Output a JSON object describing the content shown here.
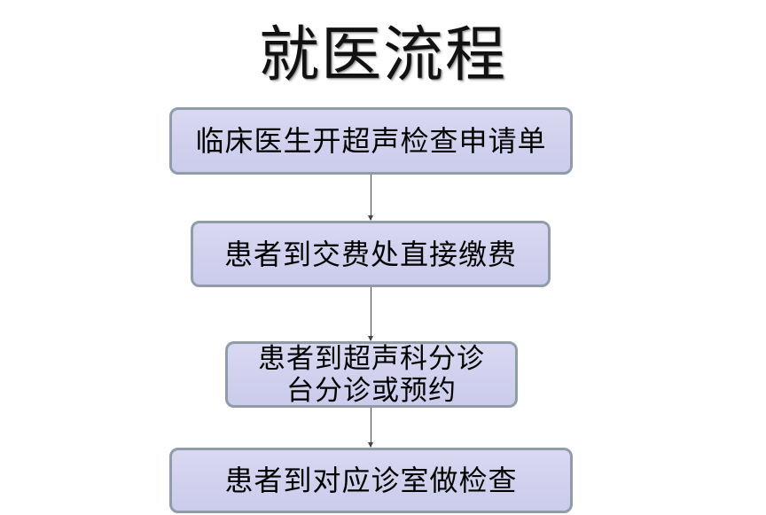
{
  "title": "就医流程",
  "steps": [
    {
      "lines": [
        "临床医生开超声检查申请单"
      ]
    },
    {
      "lines": [
        "患者到交费处直接缴费"
      ]
    },
    {
      "lines": [
        "患者到超声科分诊",
        "台分诊或预约"
      ]
    },
    {
      "lines": [
        "患者到对应诊室做检查"
      ]
    }
  ],
  "colors": {
    "box_fill": "#d1d1ef",
    "box_border": "#909caa",
    "arrow": "#444444"
  }
}
